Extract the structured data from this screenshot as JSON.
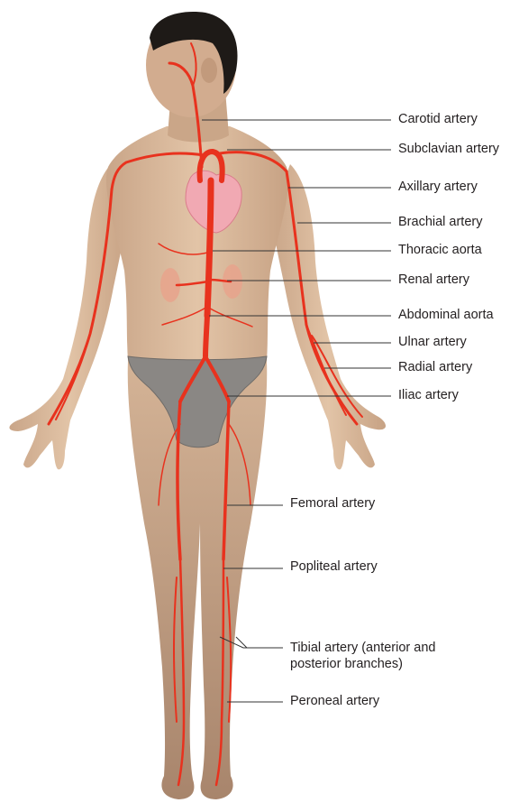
{
  "labels": {
    "carotid": "Carotid artery",
    "subclavian": "Subclavian artery",
    "axillary": "Axillary artery",
    "brachial": "Brachial artery",
    "thoracic_aorta": "Thoracic aorta",
    "renal": "Renal artery",
    "abdominal_aorta": "Abdominal aorta",
    "ulnar": "Ulnar artery",
    "radial": "Radial artery",
    "iliac": "Iliac artery",
    "femoral": "Femoral artery",
    "popliteal": "Popliteal artery",
    "tibial": "Tibial artery (anterior and posterior branches)",
    "peroneal": "Peroneal artery"
  },
  "colors": {
    "artery": "#e8321e",
    "skin": "#d9b99a",
    "hair": "#1e1a17",
    "briefs": "#8a8784",
    "heart": "#f1a9b3",
    "kidney": "#e7a38c",
    "leader": "#333333"
  }
}
